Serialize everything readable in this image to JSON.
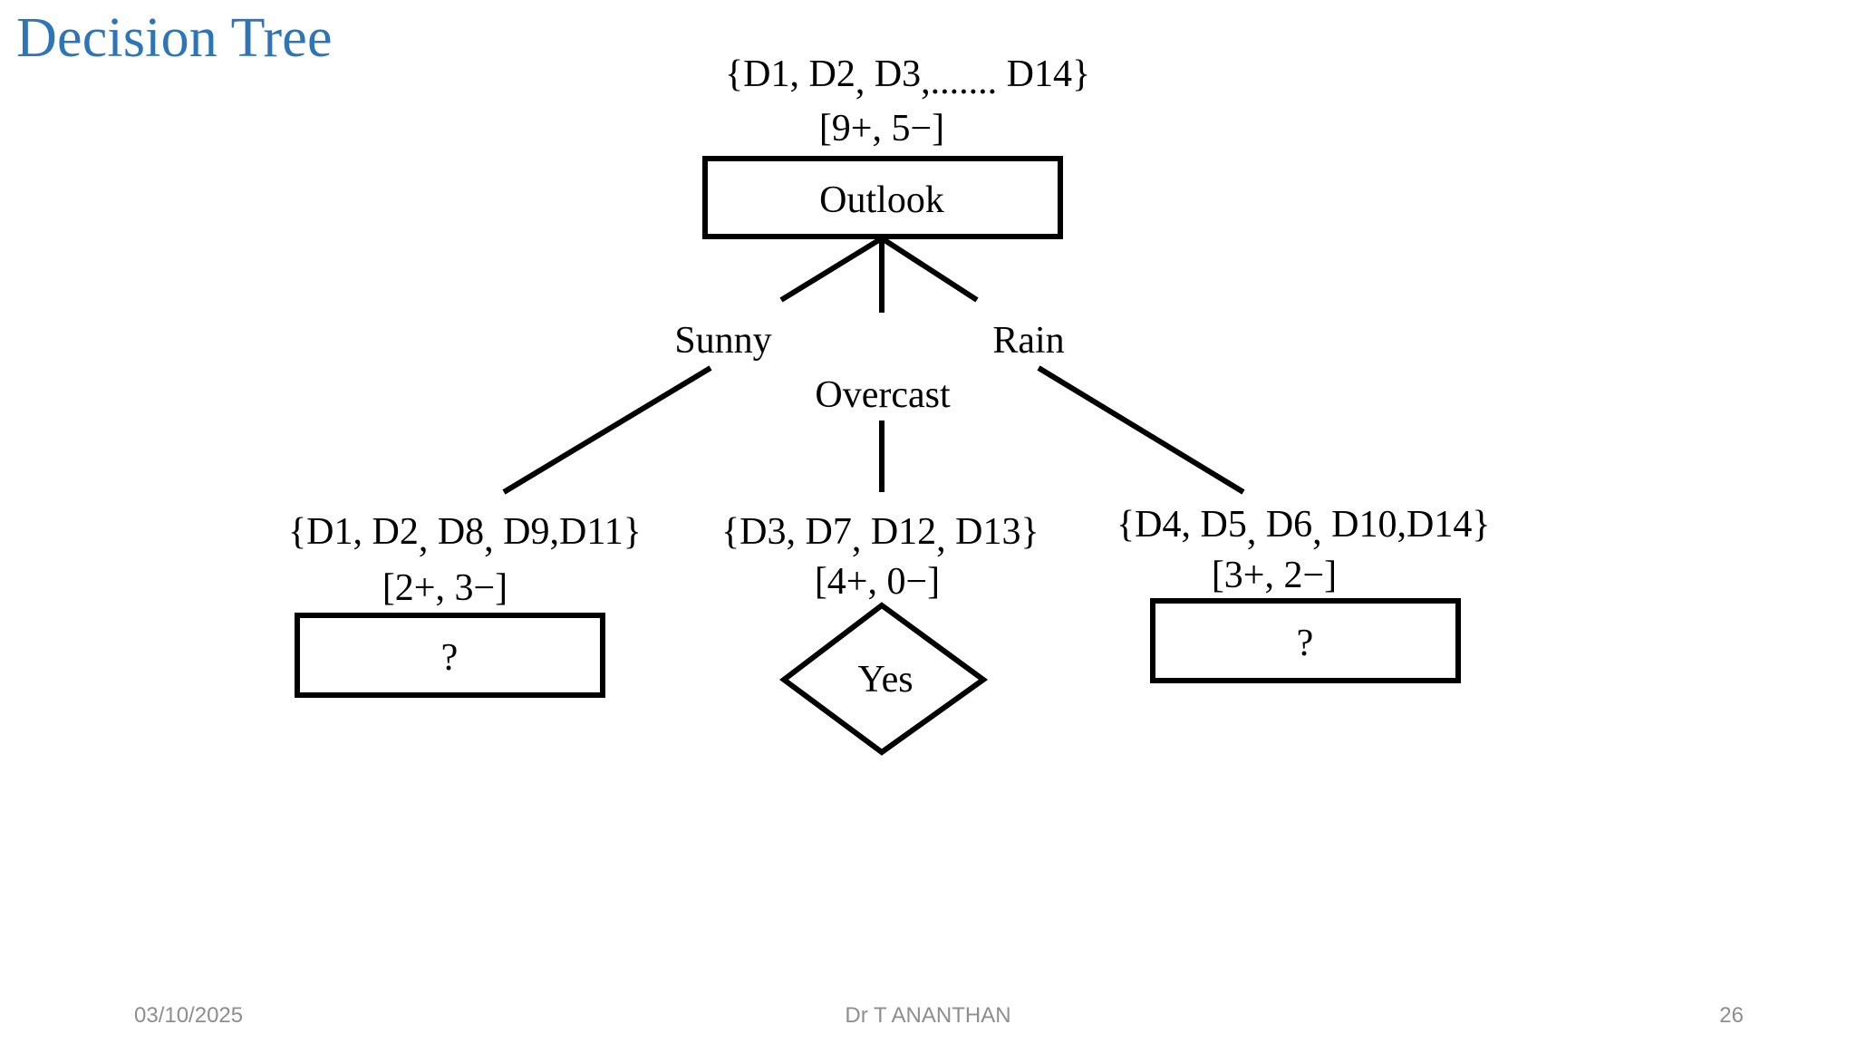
{
  "slide": {
    "title": "Decision Tree",
    "title_color": "#2E75B6",
    "background_color": "#FFFFFF",
    "line_color": "#000000"
  },
  "tree": {
    "root": {
      "set_prefix": "{D1, D2",
      "set_comma1": ",",
      "set_mid": " D3",
      "set_dots": ",.......",
      "set_suffix": " D14}",
      "set_full": "{D1, D2, D3,....... D14}",
      "counts": "[9+, 5−]",
      "box_label": "Outlook",
      "shape": "rectangle"
    },
    "branches": [
      {
        "label": "Sunny"
      },
      {
        "label": "Overcast"
      },
      {
        "label": "Rain"
      }
    ],
    "children": [
      {
        "set_prefix": "{D1, D2",
        "set_comma1": ",",
        "set_mid": " D8",
        "set_comma2": ",",
        "set_suffix": " D9,D11}",
        "set_full": "{D1, D2, D8, D9,D11}",
        "counts": "[2+, 3−]",
        "leaf_label": "?",
        "shape": "rectangle"
      },
      {
        "set_prefix": "{D3, D7",
        "set_comma1": ",",
        "set_mid": " D12",
        "set_comma2": ",",
        "set_suffix": " D13}",
        "set_full": "{D3, D7, D12, D13}",
        "counts": "[4+, 0−]",
        "leaf_label": "Yes",
        "shape": "diamond"
      },
      {
        "set_prefix": "{D4, D5",
        "set_comma1": ",",
        "set_mid": " D6",
        "set_comma2": ",",
        "set_suffix": " D10,D14}",
        "set_full": "{D4, D5, D6, D10,D14}",
        "counts": "[3+, 2−]",
        "leaf_label": "?",
        "shape": "rectangle"
      }
    ]
  },
  "footer": {
    "date": "03/10/2025",
    "author": "Dr T ANANTHAN",
    "page_number": "26"
  }
}
